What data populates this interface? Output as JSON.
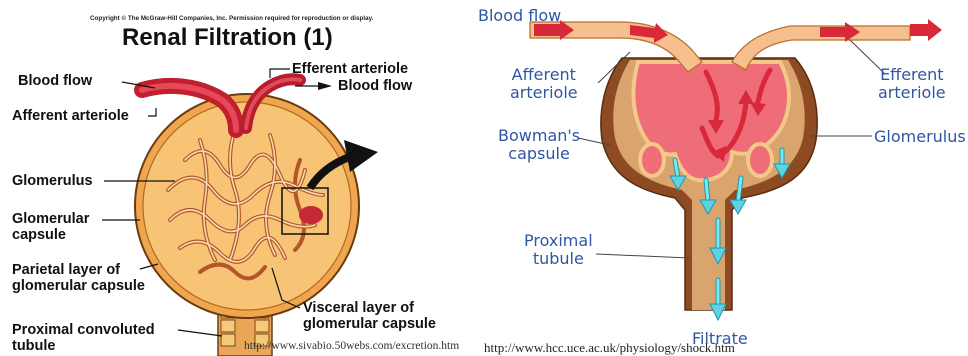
{
  "left": {
    "copyright": "Copyright © The McGraw-Hill Companies, Inc. Permission required for reproduction or display.",
    "title": "Renal Filtration (1)",
    "labels": {
      "blood_flow_in": "Blood flow",
      "afferent_arteriole": "Afferent arteriole",
      "efferent_arteriole": "Efferent arteriole",
      "blood_flow_out": "Blood flow",
      "glomerulus": "Glomerulus",
      "glomerular_capsule": "Glomerular\ncapsule",
      "parietal_layer": "Parietal layer of\nglomerular capsule",
      "visceral_layer": "Visceral layer of\nglomerular capsule",
      "proximal_tubule": "Proximal convoluted\ntubule"
    },
    "source_url": "http://www.sivabio.50webs.com/excretion.htm"
  },
  "right": {
    "labels": {
      "blood_flow": "Blood flow",
      "afferent_arteriole": "Afferent\narteriole",
      "efferent_arteriole": "Efferent\narteriole",
      "bowmans_capsule": "Bowman's\ncapsule",
      "glomerulus": "Glomerulus",
      "proximal_tubule": "Proximal\ntubule",
      "filtrate": "Filtrate"
    },
    "source_url": "http://www.hcc.uce.ac.uk/physiology/shock.htm"
  },
  "colors": {
    "blood_red": "#d8283a",
    "capsule_brown": "#8b4a22",
    "arteriole_peach": "#f6c08e",
    "glomerulus_pink": "#ef6d78",
    "filtrate_cyan": "#5cd3e2",
    "label_blue": "#2f56a6"
  }
}
